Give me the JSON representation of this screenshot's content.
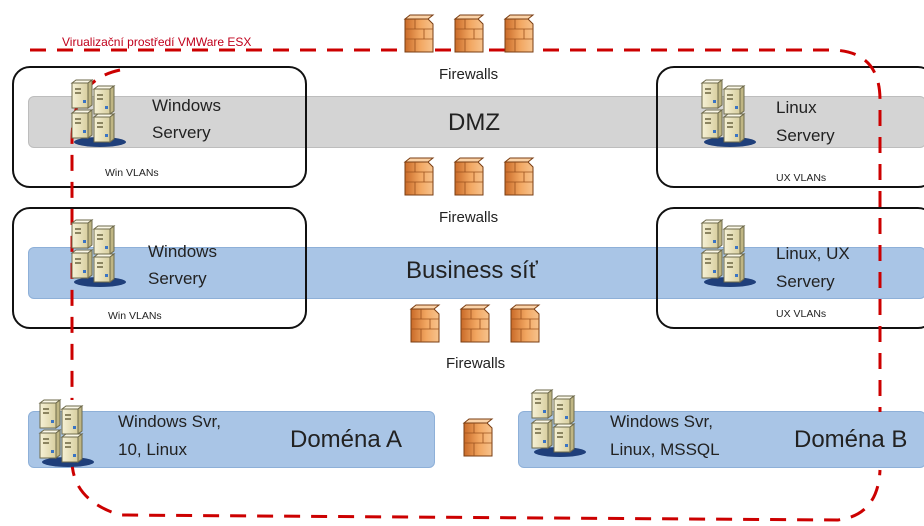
{
  "environment": {
    "label": "Virualizační prostředí VMWare ESX"
  },
  "zones": {
    "dmz": {
      "title": "DMZ",
      "left": {
        "line1": "Windows",
        "line2": "Servery",
        "vlan": "Win VLANs"
      },
      "right": {
        "line1": "Linux",
        "line2": "Servery",
        "vlan": "UX VLANs"
      }
    },
    "business": {
      "title": "Business síť",
      "left": {
        "line1": "Windows",
        "line2": "Servery",
        "vlan": "Win VLANs"
      },
      "right": {
        "line1": "Linux, UX",
        "line2": "Servery",
        "vlan": "UX VLANs"
      }
    },
    "domain_a": {
      "title": "Doména A",
      "line1": "Windows Svr,",
      "line2": "10, Linux"
    },
    "domain_b": {
      "title": "Doména B",
      "line1": "Windows Svr,",
      "line2": "Linux, MSSQL"
    }
  },
  "firewalls": {
    "top": "Firewalls",
    "middle": "Firewalls",
    "bottom": "Firewalls"
  },
  "colors": {
    "firewall": "#e99a55",
    "dmz_band": "#d4d4d4",
    "business_band": "#a9c5e6",
    "dashed": "#cc0000"
  },
  "icons": {
    "firewall": "firewall-icon",
    "server": "server-cluster-icon"
  }
}
